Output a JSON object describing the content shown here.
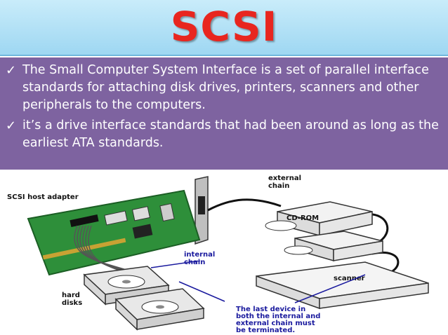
{
  "slide": {
    "title": "SCSI",
    "bullets": [
      "The Small Computer System Interface is a set of parallel interface standards for attaching disk drives, printers, scanners and other peripherals to the computers.",
      "it’s a drive interface standards that had been around as long as the earliest ATA standards."
    ],
    "check_icon": "✓"
  },
  "diagram": {
    "labels": {
      "host_adapter": "SCSI host adapter",
      "external_chain_1": "external",
      "external_chain_2": "chain",
      "internal_chain_1": "internal",
      "internal_chain_2": "chain",
      "hard_disks_1": "hard",
      "hard_disks_2": "disks",
      "cdrom": "CD-ROM",
      "scanner": "scanner",
      "note_1": "The last device in",
      "note_2": "both the internal and",
      "note_3": "external chain must",
      "note_4": "be terminated."
    },
    "colors": {
      "board": "#2e8f3a",
      "note_text": "#1a1a9e",
      "title": "#e8261f",
      "body_bg": "#7e63a0"
    }
  }
}
